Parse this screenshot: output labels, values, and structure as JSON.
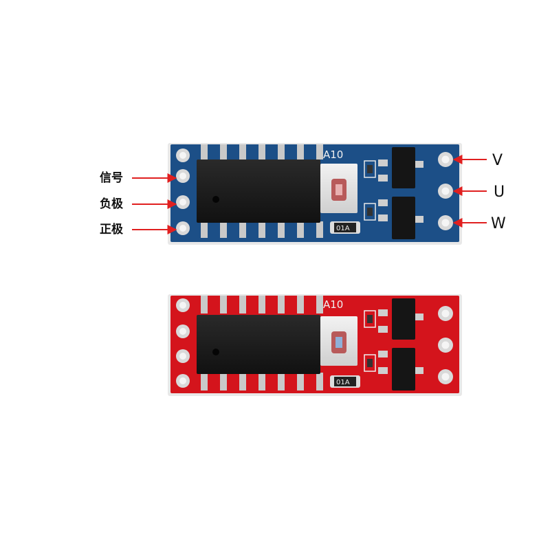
{
  "left_labels": [
    "信号",
    "负极",
    "正极"
  ],
  "right_labels": [
    "V",
    "U",
    "W"
  ],
  "boards": [
    {
      "color_name": "blue",
      "pcb_color": "#1c4f87",
      "silk_text": "A10",
      "resistor_text": "01A"
    },
    {
      "color_name": "red",
      "pcb_color": "#d4141c",
      "silk_text": "A10",
      "resistor_text": "01A"
    }
  ],
  "arrow_color": "#e01f1f"
}
